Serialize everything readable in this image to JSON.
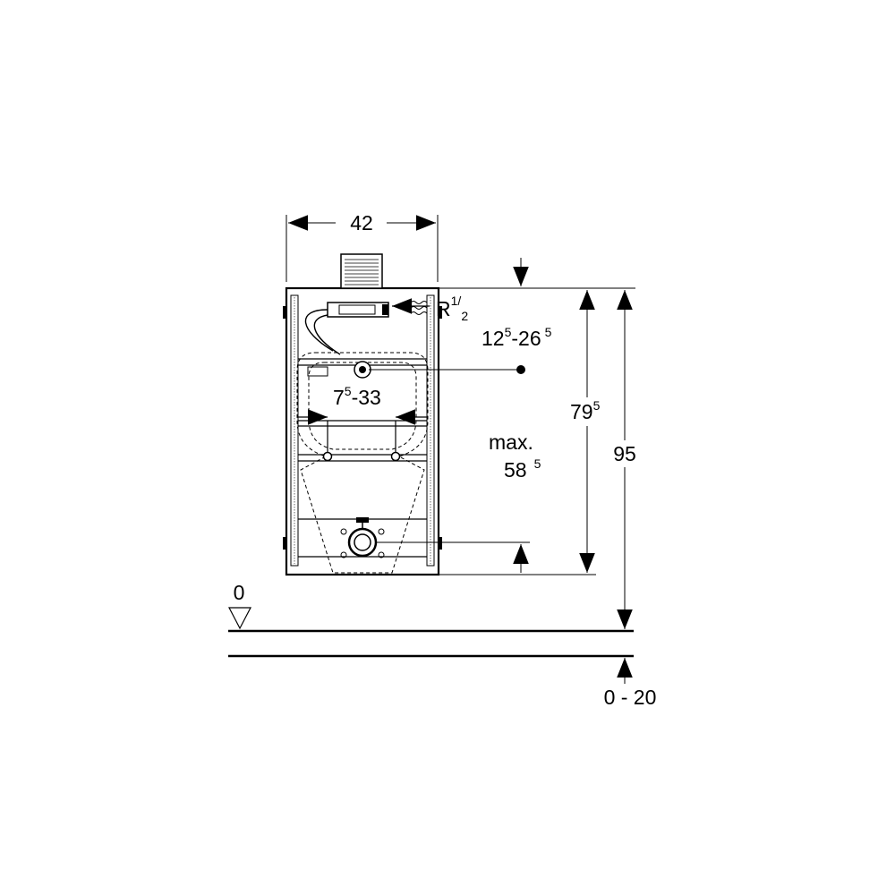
{
  "dimensions": {
    "width_main": "42",
    "connection_main": "R",
    "connection_num": "1/",
    "connection_den": "2",
    "range_top_main_a": "12",
    "range_top_sup_a": "5",
    "range_top_main_b": "-26",
    "range_top_sup_b": "5",
    "bracket_main_a": "7",
    "bracket_sup_a": "5",
    "bracket_main_b": "-33",
    "outlet_max_label": "max.",
    "outlet_max_main": "58",
    "outlet_max_sup": "5",
    "height_inner_main": "79",
    "height_inner_sup": "5",
    "height_total": "95",
    "floor_level": "0",
    "floor_range": "0 - 20"
  },
  "colors": {
    "line": "#000000",
    "background": "#ffffff"
  }
}
